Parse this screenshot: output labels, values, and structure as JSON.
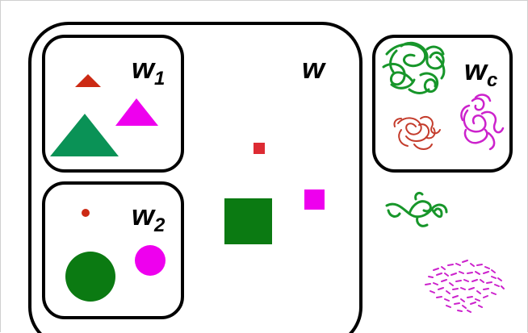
{
  "labels": {
    "w": "w",
    "w1_base": "w",
    "w1_sub": "1",
    "w2_base": "w",
    "w2_sub": "2",
    "wc_base": "w",
    "wc_sub": "c"
  },
  "colors": {
    "dark_red": "#cc2a14",
    "red": "#dd2b33",
    "magenta": "#ee00ee",
    "teal_green": "#0a9256",
    "green": "#0b7a12",
    "scribble_green": "#17962a",
    "scribble_red": "#c43c2c",
    "scribble_magenta": "#cc22cc",
    "outline": "#000000"
  },
  "panels": [
    {
      "id": "w",
      "shapes": [
        "square-small-red",
        "square-large-green",
        "square-medium-magenta"
      ]
    },
    {
      "id": "w1",
      "shapes": [
        "triangle-small-dark-red",
        "triangle-medium-magenta",
        "triangle-large-green"
      ]
    },
    {
      "id": "w2",
      "shapes": [
        "circle-tiny-dark-red",
        "circle-medium-magenta",
        "circle-large-green"
      ]
    },
    {
      "id": "wc",
      "shapes": [
        "scribble-green",
        "scribble-red",
        "scribble-magenta"
      ]
    }
  ],
  "outside_shapes": [
    "curly-vine-green",
    "speckle-cloud-magenta"
  ]
}
